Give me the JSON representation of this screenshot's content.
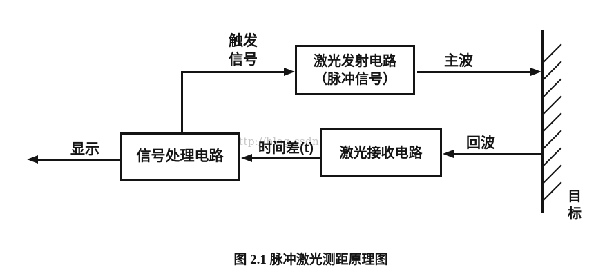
{
  "figure": {
    "caption": "图 2.1 脉冲激光测距原理图",
    "watermark": "http://blog.csdn.net/xiabodan"
  },
  "boxes": {
    "emitter_line1": "激光发射电路",
    "emitter_line2": "（脉冲信号）",
    "receiver": "激光接收电路",
    "processor": "信号处理电路"
  },
  "labels": {
    "trigger_line1": "触发",
    "trigger_line2": "信号",
    "main_wave": "主波",
    "echo": "回波",
    "time_diff": "时间差(t)",
    "display": "显示",
    "target_char1": "目",
    "target_char2": "标"
  },
  "colors": {
    "ink": "#141414",
    "watermark": "#c6c6c6",
    "background": "#ffffff"
  }
}
